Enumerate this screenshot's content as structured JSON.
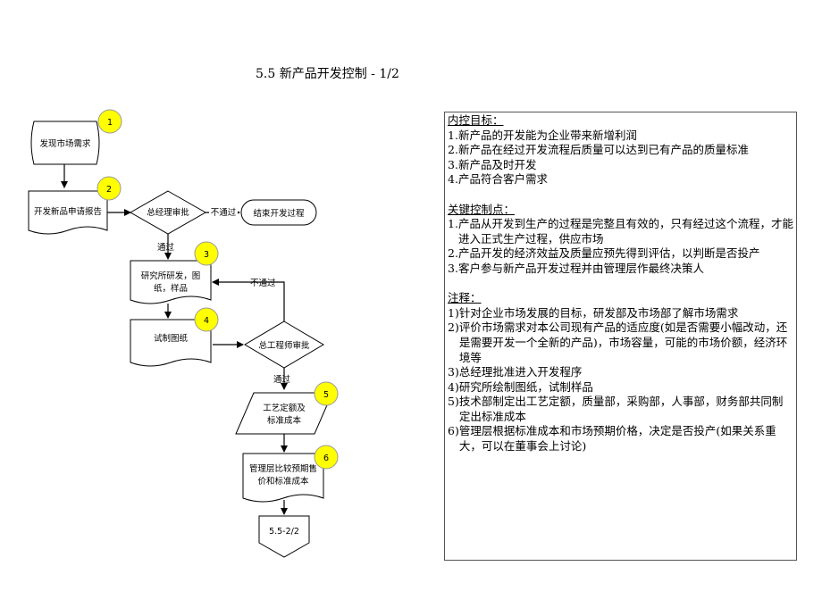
{
  "title": "5.5 新产品开发控制 - 1/2",
  "flow": {
    "n1": "发现市场需求",
    "n2": "开发新品申请报告",
    "d1": "总经理审批",
    "e1": "结束开发过程",
    "fail1": "不通过",
    "pass1": "通过",
    "n3a": "研究所研发，图",
    "n3b": "纸，样品",
    "fail2": "不通过",
    "n4": "试制图纸",
    "d2": "总工程师审批",
    "pass2": "通过",
    "n5a": "工艺定额及",
    "n5b": "标准成本",
    "n6a": "管理层比较预期售",
    "n6b": "价和标准成本",
    "ref": "5.5-2/2",
    "c1": "1",
    "c2": "2",
    "c3": "3",
    "c4": "4",
    "c5": "5",
    "c6": "6"
  },
  "panel": {
    "h1": "内控目标：",
    "goals": [
      {
        "n": "1.",
        "t": "新产品的开发能为企业带来新增利润"
      },
      {
        "n": "2.",
        "t": "新产品在经过开发流程后质量可以达到已有产品的质量标准"
      },
      {
        "n": "3.",
        "t": "新产品及时开发"
      },
      {
        "n": "4.",
        "t": "产品符合客户需求"
      }
    ],
    "h2": "关键控制点：",
    "points": [
      {
        "n": "1.",
        "t": "产品从开发到生产的过程是完整且有效的，只有经过这个流程，才能进入正式生产过程，供应市场"
      },
      {
        "n": "2.",
        "t": "产品开发的经济效益及质量应预先得到评估，以判断是否投产"
      },
      {
        "n": "3.",
        "t": "客户参与新产品开发过程并由管理层作最终决策人"
      }
    ],
    "h3": "注释：",
    "notes": [
      {
        "n": "1)",
        "t": "针对企业市场发展的目标，研发部及市场部了解市场需求"
      },
      {
        "n": "2)",
        "t": "评价市场需求对本公司现有产品的适应度(如是否需要小幅改动，还是需要开发一个全新的产品)，市场容量，可能的市场价额，经济环境等"
      },
      {
        "n": "3)",
        "t": "总经理批准进入开发程序"
      },
      {
        "n": "4)",
        "t": "研究所绘制图纸，试制样品"
      },
      {
        "n": "5)",
        "t": "技术部制定出工艺定额，质量部，采购部，人事部，财务部共同制定出标准成本"
      },
      {
        "n": "6)",
        "t": "管理层根据标准成本和市场预期价格，决定是否投产(如果关系重大，可以在董事会上讨论)"
      }
    ]
  },
  "colors": {
    "badge": "#ffff00",
    "badge_border": "#999999",
    "line": "#000000"
  }
}
